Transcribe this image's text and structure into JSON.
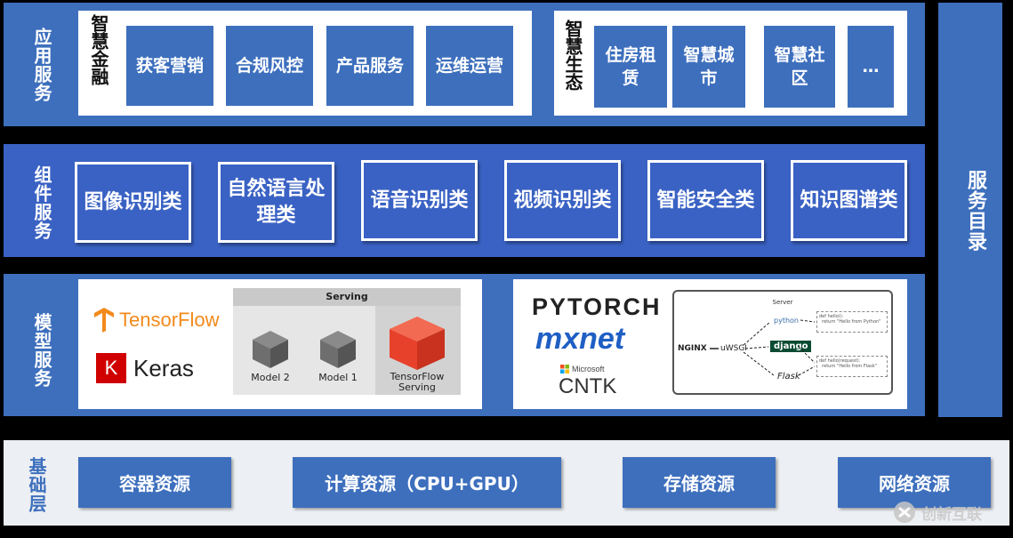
{
  "application_layer": {
    "label": "应用服务",
    "finance": {
      "label": "智慧金融",
      "items": [
        "获客营销",
        "合规风控",
        "产品服务",
        "运维运营"
      ]
    },
    "ecology": {
      "label": "智慧生态",
      "items": [
        "住房租赁",
        "智慧城市",
        "智慧社区",
        "…"
      ]
    }
  },
  "component_layer": {
    "label": "组件服务",
    "items": [
      "图像识别类",
      "自然语言处理类",
      "语音识别类",
      "视频识别类",
      "智能安全类",
      "知识图谱类"
    ]
  },
  "model_layer": {
    "label": "模型服务",
    "left_panel": {
      "tensorflow": "TensorFlow",
      "keras": "Keras",
      "serving_title": "Serving",
      "models": [
        "Model 2",
        "Model 1",
        "TensorFlow Serving"
      ]
    },
    "right_panel": {
      "pytorch": "PYTORCH",
      "mxnet": "mxnet",
      "microsoft": "Microsoft",
      "cntk": "CNTK",
      "server_title": "Server",
      "nginx": "NGINX",
      "uwsgi": "uWSGI",
      "python": "python",
      "django": "django",
      "flask": "Flask",
      "code1": "def hello():\n  return \"Hello from Python\"",
      "code2": "def hello(request):\n  return \"Hello from Flask\""
    }
  },
  "catalog": {
    "label": "服务目录"
  },
  "base_layer": {
    "label": "基础层",
    "items": [
      "容器资源",
      "计算资源（CPU+GPU）",
      "存储资源",
      "网络资源"
    ]
  },
  "watermark": "创新互联",
  "colors": {
    "layer_blue": "#3d6fbd",
    "component_blue": "#3a62c4",
    "tensorflow_orange": "#f28a1c",
    "keras_red": "#d00000",
    "serving_red": "#e8412b"
  }
}
